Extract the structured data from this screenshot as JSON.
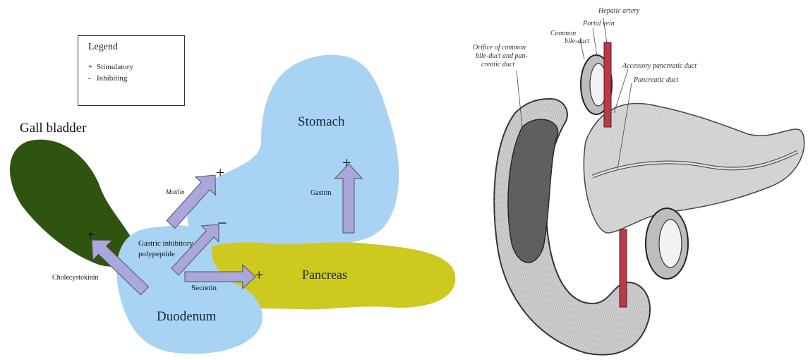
{
  "left_diagram": {
    "legend": {
      "title": "Legend",
      "items": [
        {
          "symbol": "+",
          "label": "Stimulatory"
        },
        {
          "symbol": "-",
          "label": "Inhibiting"
        }
      ]
    },
    "organs": {
      "gall_bladder": "Gall bladder",
      "stomach": "Stomach",
      "pancreas": "Pancreas",
      "duodenum": "Duodenum"
    },
    "hormones": {
      "motilin": "Motilin",
      "gastrin": "Gastrin",
      "gip_line1": "Gastric inhibitory",
      "gip_line2": "polypeptide",
      "secretin": "Secretin",
      "cholecystokinin": "Cholecystokinin"
    },
    "signs": {
      "motilin": "+",
      "gastrin": "+",
      "gip": "−",
      "secretin": "+",
      "cholecystokinin": "+"
    },
    "colors": {
      "gall_bladder": "#2e5410",
      "stomach": "#a9d3f2",
      "pancreas": "#cdc91e",
      "duodenum": "#a9d3f2",
      "arrow": "#a9a7dc"
    }
  },
  "right_illustration": {
    "labels": {
      "hepatic_artery": "Hepatic artery",
      "portal_vein": "Portal vein",
      "common_bile_duct_1": "Common",
      "common_bile_duct_2": "bile-duct",
      "orifice_1": "Orifice of common",
      "orifice_2": "bile-duct and pan-",
      "orifice_3": "creatic duct",
      "accessory_duct": "Accessory pancreatic duct",
      "pancreatic_duct": "Pancreatic duct"
    }
  }
}
